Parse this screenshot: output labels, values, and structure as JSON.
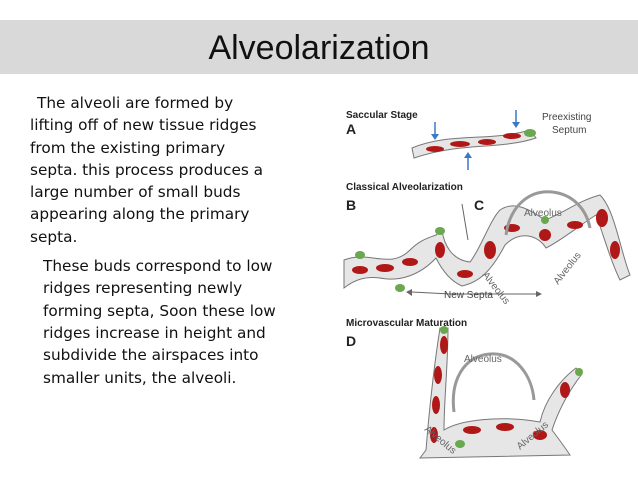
{
  "slide": {
    "title": "Alveolarization",
    "paragraph1": "The alveoli are formed by\nlifting off of new tissue ridges\nfrom the existing primary\nsepta.  this process produces a\nlarge number of small buds\nappearing along the primary\nsepta.",
    "paragraph2": "These buds correspond to low\nridges representing newly\nforming septa,  Soon these low\nridges increase in height and\nsubdivide the airspaces into\nsmaller units, the alveoli."
  },
  "figure": {
    "stage_a_title": "Saccular Stage",
    "stage_a_letter": "A",
    "preexisting_line1": "Preexisting",
    "preexisting_line2": "Septum",
    "stage_b_title": "Classical Alveolarization",
    "stage_b_letter": "B",
    "stage_c_letter": "C",
    "alveolus": "Alveolus",
    "new_septa": "New Septa",
    "stage_d_title": "Microvascular Maturation",
    "stage_d_letter": "D"
  },
  "colors": {
    "title_bar": "#d9d9d9",
    "tissue_fill": "#e6e6e6",
    "capillary_red": "#b01818",
    "bud_green": "#6aa84f",
    "arrow_blue": "#3a78c8"
  }
}
